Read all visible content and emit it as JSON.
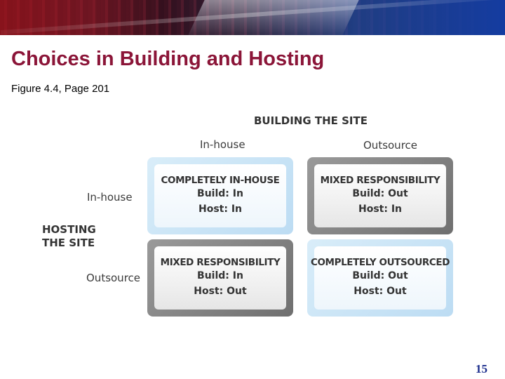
{
  "slide": {
    "title": "Choices in Building and Hosting",
    "subtitle": "Figure 4.4, Page 201",
    "page_number": "15"
  },
  "diagram": {
    "top_header": "BUILDING THE SITE",
    "columns": [
      "In-house",
      "Outsource"
    ],
    "side_header_line1": "HOSTING",
    "side_header_line2": "THE SITE",
    "rows": [
      "In-house",
      "Outsource"
    ],
    "cells": [
      {
        "heading": "COMPLETELY IN-HOUSE",
        "build": "Build: In",
        "host": "Host: In",
        "style": "light"
      },
      {
        "heading": "MIXED RESPONSIBILITY",
        "build": "Build: Out",
        "host": "Host: In",
        "style": "dark"
      },
      {
        "heading": "MIXED RESPONSIBILITY",
        "build": "Build: In",
        "host": "Host: Out",
        "style": "dark"
      },
      {
        "heading": "COMPLETELY OUTSOURCED",
        "build": "Build: Out",
        "host": "Host: Out",
        "style": "light"
      }
    ]
  }
}
